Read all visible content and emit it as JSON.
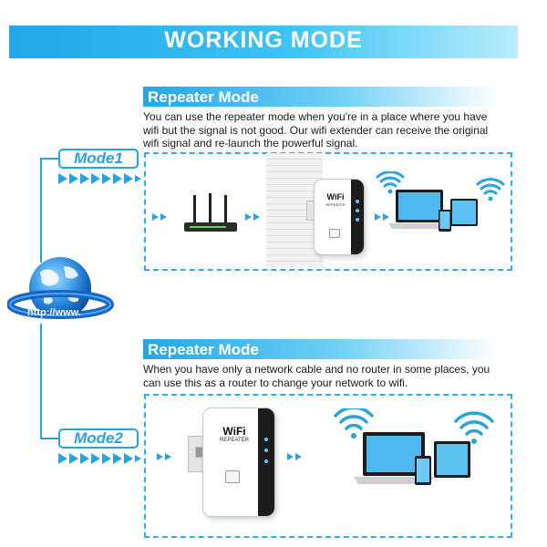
{
  "header": {
    "title": "WORKING MODE"
  },
  "globe": {
    "label": "http://www."
  },
  "section1": {
    "title": "Repeater Mode",
    "desc_lines": [
      "You can use the repeater mode when you're in a place where you have",
      "wifi but the signal is not good. Our wifi extender can receive the original",
      "wifi signal and re-launch the powerful signal."
    ],
    "mode_label": "Mode1"
  },
  "section2": {
    "title": "Repeater Mode",
    "desc_lines": [
      "When you have only a network cable and no router in some places, you",
      "can use this as a router to change your network to wifi."
    ],
    "mode_label": "Mode2"
  },
  "device": {
    "brand": "WiFi",
    "model": "REPEATER"
  },
  "colors": {
    "accent": "#2aa3dd",
    "banner": "#22a6e8",
    "device_side": "#1c1c1c"
  },
  "icons": [
    "globe-icon",
    "router-icon",
    "wifi-extender-icon",
    "wifi-signal-icon",
    "laptop-icon",
    "smartphone-icon",
    "tablet-icon"
  ]
}
